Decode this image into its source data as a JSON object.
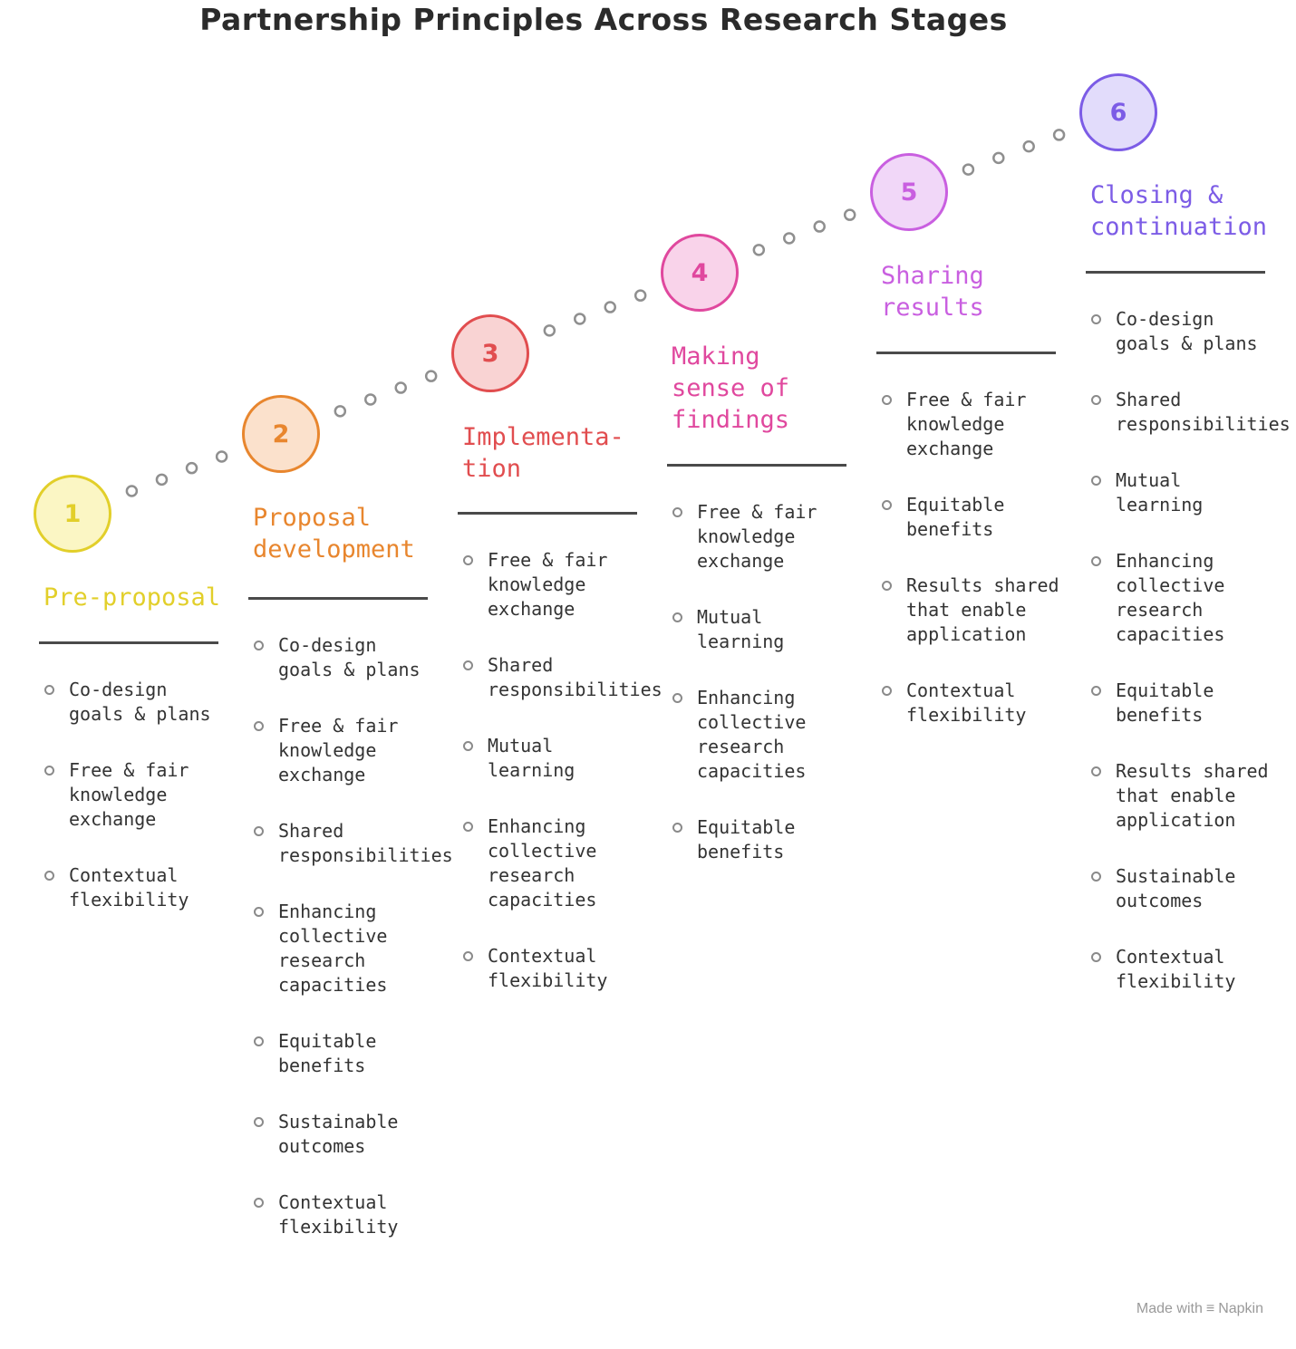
{
  "title": "Partnership Principles Across Research Stages",
  "stages": [
    {
      "number": "1",
      "title": "Pre-proposal",
      "color": "#e2cf2a",
      "fill": "#fbf6c4",
      "items": [
        "Co-design\ngoals & plans",
        "Free & fair\nknowledge\nexchange",
        "Contextual\nflexibility"
      ]
    },
    {
      "number": "2",
      "title": "Proposal\ndevelopment",
      "color": "#e8862e",
      "fill": "#fbe1cc",
      "items": [
        "Co-design\ngoals & plans",
        "Free & fair\nknowledge\nexchange",
        "Shared\nresponsibilities",
        "Enhancing\ncollective\nresearch\ncapacities",
        "Equitable\nbenefits",
        "Sustainable\noutcomes",
        "Contextual\nflexibility"
      ]
    },
    {
      "number": "3",
      "title": "Implementa-\ntion",
      "color": "#e14d4f",
      "fill": "#f9d3d3",
      "items": [
        "Free & fair\nknowledge\nexchange",
        "Shared\nresponsibilities",
        "Mutual\nlearning",
        "Enhancing\ncollective\nresearch\ncapacities",
        "Contextual\nflexibility"
      ]
    },
    {
      "number": "4",
      "title": "Making\nsense of\nfindings",
      "color": "#e0489e",
      "fill": "#f9d3ea",
      "items": [
        "Free & fair\nknowledge\nexchange",
        "Mutual\nlearning",
        "Enhancing\ncollective\nresearch\ncapacities",
        "Equitable\nbenefits"
      ]
    },
    {
      "number": "5",
      "title": "Sharing\nresults",
      "color": "#c95fe0",
      "fill": "#f1d7f8",
      "items": [
        "Free & fair\nknowledge\nexchange",
        "Equitable\nbenefits",
        "Results shared\nthat enable\napplication",
        "Contextual\nflexibility"
      ]
    },
    {
      "number": "6",
      "title": "Closing &\ncontinuation",
      "color": "#7c5ce6",
      "fill": "#e2dcfb",
      "items": [
        "Co-design\ngoals & plans",
        "Shared\nresponsibilities",
        "Mutual\nlearning",
        "Enhancing\ncollective\nresearch\ncapacities",
        "Equitable\nbenefits",
        "Results shared\nthat enable\napplication",
        "Sustainable\noutcomes",
        "Contextual\nflexibility"
      ]
    }
  ],
  "footer": {
    "label": "Made with",
    "brand": "Napkin",
    "logo_icon": "napkin-logo-icon"
  }
}
